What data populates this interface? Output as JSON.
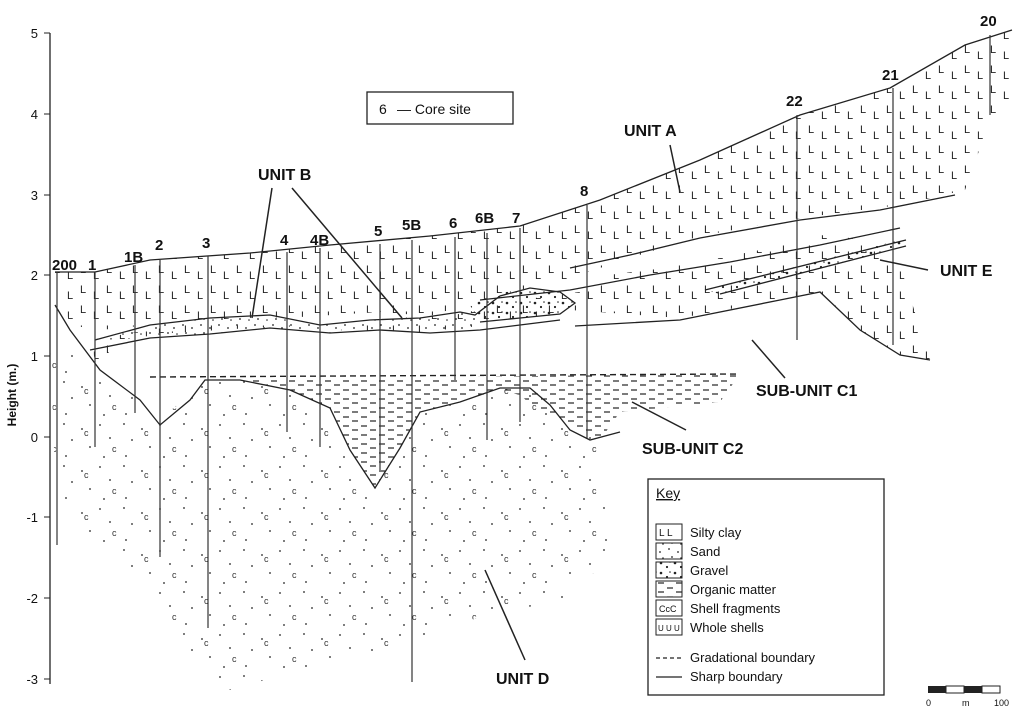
{
  "axis": {
    "ylabel": "Height (m.)",
    "ticks": [
      "5",
      "4",
      "3",
      "2",
      "1",
      "0",
      "-1",
      "-2",
      "-3"
    ]
  },
  "core_sites": [
    "200",
    "1",
    "1B",
    "2",
    "3",
    "4",
    "4B",
    "5",
    "5B",
    "6",
    "6B",
    "7",
    "8",
    "22",
    "21",
    "20"
  ],
  "core_site_legend": {
    "number": "6",
    "label": "— Core site"
  },
  "units": {
    "unit_a": "UNIT A",
    "unit_b": "UNIT B",
    "unit_e": "UNIT E",
    "sub_c1": "SUB-UNIT C1",
    "sub_c2": "SUB-UNIT C2",
    "unit_d": "UNIT D"
  },
  "key": {
    "title": "Key",
    "items": [
      {
        "symbol": "L L",
        "label": "Silty clay"
      },
      {
        "symbol": "",
        "label": "Sand"
      },
      {
        "symbol": "",
        "label": "Gravel"
      },
      {
        "symbol": "",
        "label": "Organic matter"
      },
      {
        "symbol": "CcC",
        "label": "Shell fragments"
      },
      {
        "symbol": "U U U",
        "label": "Whole shells"
      },
      {
        "symbol": "",
        "label": "Gradational boundary"
      },
      {
        "symbol": "",
        "label": "Sharp boundary"
      }
    ]
  },
  "scale_bar": {
    "start": "0",
    "unit": "m",
    "end": "100"
  }
}
